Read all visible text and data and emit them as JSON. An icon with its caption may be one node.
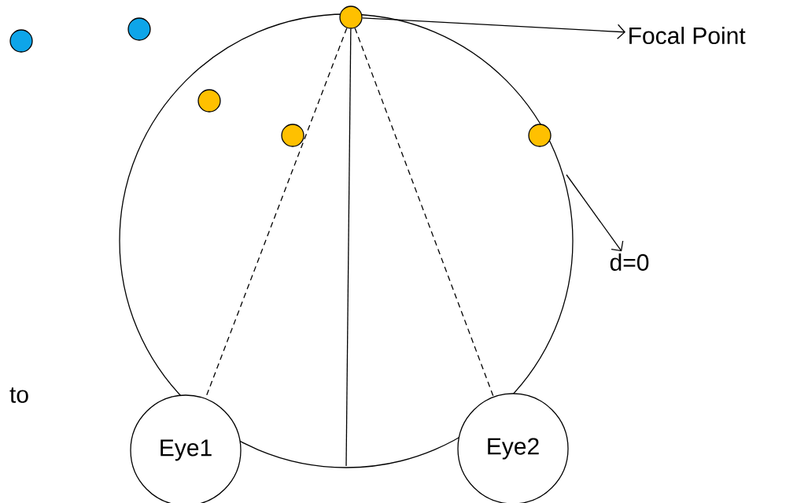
{
  "diagram": {
    "nodes": [
      {
        "text": [],
        "shape": "circle"
      },
      {
        "text": [],
        "shape": "circle"
      },
      {
        "text": [],
        "shape": "circle"
      },
      {
        "text": [
          "Focal Point"
        ]
      },
      {
        "text": [],
        "shape": "circle"
      },
      {
        "text": [],
        "shape": "circle"
      },
      {
        "text": [],
        "shape": "circle"
      },
      {
        "text": [
          "d=0"
        ]
      },
      {
        "text": [
          "Eye1"
        ]
      },
      {
        "text": [
          "Eye2"
        ]
      }
    ],
    "edges": [
      {
        "from": 2,
        "to": 8,
        "arrow": "none",
        "style": "dashed"
      },
      {
        "from": 2,
        "to": 9,
        "arrow": "none",
        "style": "dashed"
      },
      {
        "from": 2,
        "to": null,
        "arrow": "none"
      },
      {
        "from": 2,
        "to": 3,
        "arrow": "to"
      },
      {
        "from": null,
        "to": 7,
        "arrow": "to"
      }
    ],
    "labels": [
      "to"
    ]
  }
}
